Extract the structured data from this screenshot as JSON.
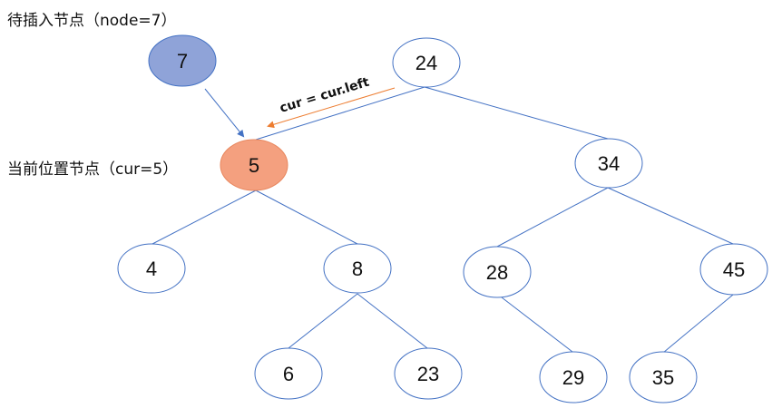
{
  "labels": {
    "insert_node": "待插入节点（node=7）",
    "current_node": "当前位置节点（cur=5）"
  },
  "arrow_label": "cur = cur.left",
  "colors": {
    "edge": "#4472c4",
    "node_stroke": "#4472c4",
    "insert_fill": "#8fa3d8",
    "current_fill": "#f4a07f",
    "current_stroke": "#e8875e",
    "arrow_orange": "#ed7d31"
  },
  "nodes": {
    "insert": "7",
    "n24": "24",
    "n5": "5",
    "n34": "34",
    "n4": "4",
    "n8": "8",
    "n28": "28",
    "n45": "45",
    "n6": "6",
    "n23": "23",
    "n29": "29",
    "n35": "35"
  }
}
